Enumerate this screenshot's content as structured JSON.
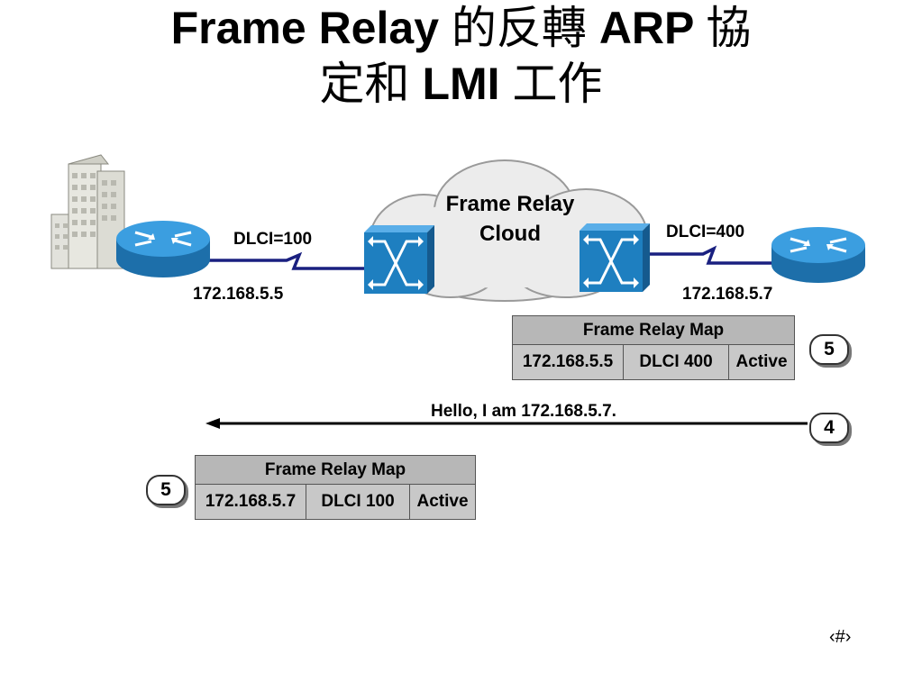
{
  "title": {
    "line1_latin": "Frame Relay",
    "line1_cjk": "的反轉",
    "line1_latin2": "ARP",
    "line1_cjk2": "協",
    "line2_cjk": "定和",
    "line2_latin": "LMI",
    "line2_cjk2": "工作"
  },
  "cloud": {
    "line1": "Frame Relay",
    "line2": "Cloud"
  },
  "left": {
    "dlci": "DLCI=100",
    "ip": "172.168.5.5"
  },
  "right": {
    "dlci": "DLCI=400",
    "ip": "172.168.5.7"
  },
  "map_right": {
    "header": "Frame Relay Map",
    "ip": "172.168.5.5",
    "dlci": "DLCI  400",
    "status": "Active",
    "step": "5"
  },
  "message": {
    "text": "Hello, I am 172.168.5.7.",
    "step": "4"
  },
  "map_left": {
    "header": "Frame Relay Map",
    "ip": "172.168.5.7",
    "dlci": "DLCI  100",
    "status": "Active",
    "step": "5"
  },
  "page_number": "‹#›",
  "colors": {
    "router_blue": "#2b8fd0",
    "switch_blue": "#1e7fc0",
    "link_navy": "#1a2080",
    "map_gray": "#c8c8c8"
  },
  "icons": [
    "building-icon",
    "router-icon",
    "frame-relay-switch-icon",
    "cloud-icon"
  ]
}
